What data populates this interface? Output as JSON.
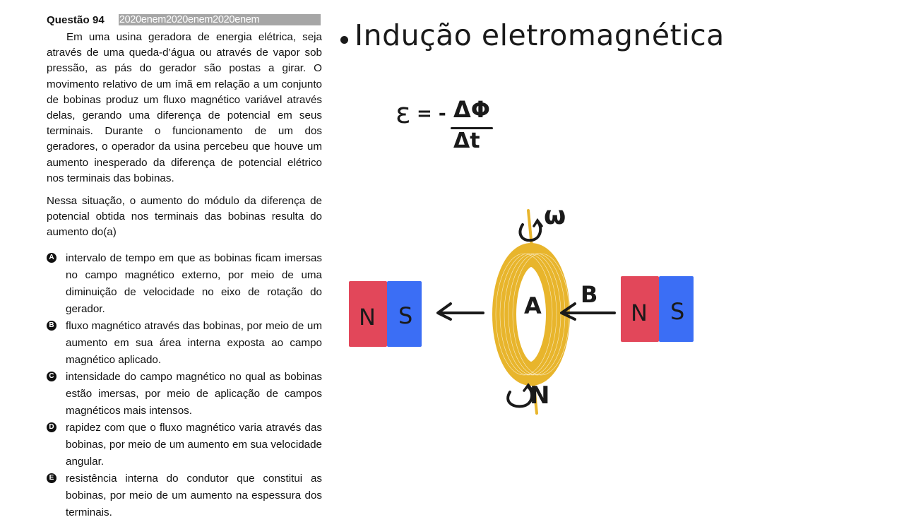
{
  "question": {
    "title": "Questão 94",
    "watermark": "2020enem2020enem2020enem",
    "paragraphs": [
      "Em uma usina geradora de energia elétrica, seja através de uma queda-d’água ou através de vapor sob pressão, as pás do gerador são postas a girar. O movimento relativo de um ímã em relação a um conjunto de bobinas produz um fluxo magnético variável através delas, gerando uma diferença de potencial em seus terminais. Durante o funcionamento de um dos geradores, o operador da usina percebeu que houve um aumento inesperado da diferença de potencial elétrico nos terminais das bobinas.",
      "Nessa situação, o aumento do módulo da diferença de potencial obtida nos terminais das bobinas resulta do aumento do(a)"
    ],
    "options": [
      {
        "letter": "A",
        "text": "intervalo de tempo em que as bobinas ficam imersas no campo magnético externo, por meio de uma diminuição de velocidade no eixo de rotação do gerador."
      },
      {
        "letter": "B",
        "text": "fluxo magnético através das bobinas, por meio de um aumento em sua área interna exposta ao campo magnético aplicado."
      },
      {
        "letter": "C",
        "text": "intensidade do campo magnético no qual as bobinas estão imersas, por meio de aplicação de campos magnéticos mais intensos."
      },
      {
        "letter": "D",
        "text": "rapidez com que o fluxo magnético varia através das bobinas, por meio de um aumento em sua velocidade angular."
      },
      {
        "letter": "E",
        "text": "resistência interna do condutor que constitui as bobinas, por meio de um aumento na espessura dos terminais."
      }
    ]
  },
  "board": {
    "heading": "Indução eletromagnética",
    "formula": {
      "lhs": "ε",
      "equals": "= -",
      "numerator": "ΔΦ",
      "denominator": "Δt"
    },
    "diagram": {
      "coil_label": "A",
      "field_label": "B",
      "omega_label": "ω",
      "turns_label": "N",
      "left_magnet": {
        "north": "N",
        "south": "S"
      },
      "right_magnet": {
        "north": "N",
        "south": "S"
      },
      "colors": {
        "north": "#e2475a",
        "south": "#3b6ef5",
        "coil": "#e8b52c",
        "ink": "#1a1a1a"
      }
    }
  }
}
